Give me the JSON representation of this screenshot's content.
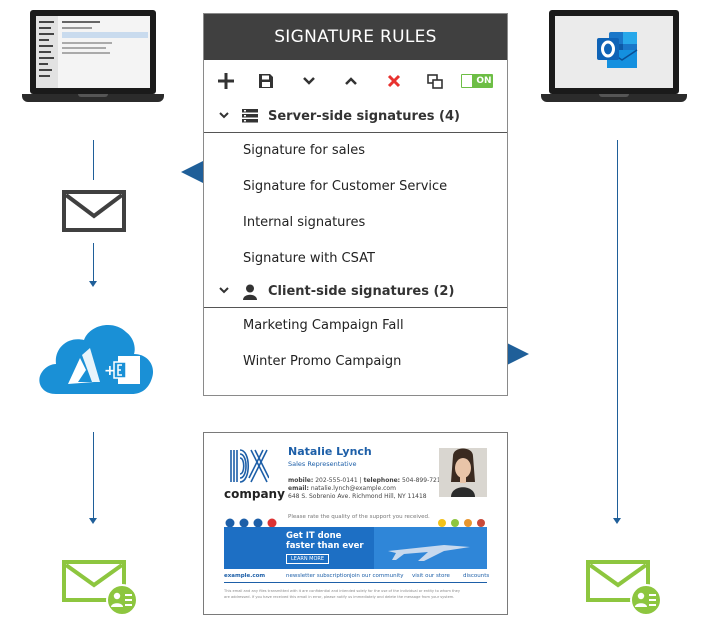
{
  "panel": {
    "title": "SIGNATURE RULES",
    "toggle_label": "ON",
    "toolbar": [
      "plus-icon",
      "save-icon",
      "chevron-down-icon",
      "chevron-up-icon",
      "delete-icon",
      "duplicate-icon"
    ],
    "groups": [
      {
        "title": "Server-side signatures (4)",
        "icon": "server-icon",
        "items": [
          "Signature for sales",
          "Signature for Customer Service",
          "Internal signatures",
          "Signature with CSAT"
        ]
      },
      {
        "title": "Client-side signatures (2)",
        "icon": "user-icon",
        "items": [
          "Marketing Campaign Fall",
          "Winter Promo Campaign"
        ]
      }
    ]
  },
  "signature": {
    "company": "company",
    "name": "Natalie Lynch",
    "role": "Sales Representative",
    "mobile_label": "mobile:",
    "mobile": "202-555-0141",
    "telephone_label": "telephone:",
    "telephone": "504-899-7214",
    "email_label": "email:",
    "email": "natalie.lynch@example.com",
    "address": "648 S. Sobrenio Ave. Richmond Hill, NY 11418",
    "rate_text": "Please rate the quality of the support you received.",
    "banner_line1": "Get IT done",
    "banner_line2": "faster than ever",
    "banner_button": "LEARN MORE",
    "links": [
      "example.com",
      "newsletter subscription",
      "join our community",
      "visit our store",
      "discounts"
    ],
    "disclaimer_line1": "This email and any files transmitted with it are confidential and intended solely for the use of the individual or entity to whom they",
    "disclaimer_line2": "are addressed. If you have received this email in error, please notify us immediately and delete the message from your system."
  },
  "colors": {
    "accent_blue": "#1f5f99",
    "header_dark": "#404040",
    "toggle_green": "#6dbe45",
    "envelope_green": "#8dc63f",
    "cloud_blue": "#1a90d6",
    "delete_red": "#e8322f"
  },
  "icons": {
    "left_laptop": "email-client-laptop",
    "right_laptop": "outlook-laptop",
    "envelope": "envelope-icon",
    "cloud": "azure-exchange-cloud-icon",
    "signed_email": "signed-email-icon"
  }
}
